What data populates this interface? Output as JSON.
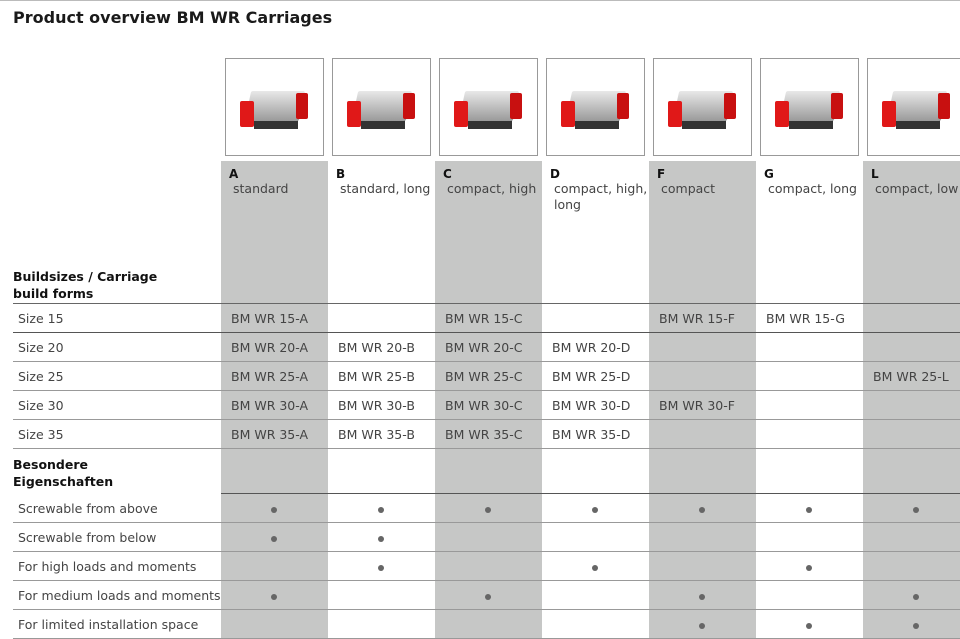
{
  "title": "Product overview BM WR Carriages",
  "columns": [
    {
      "letter": "A",
      "desc": "standard",
      "gray": true
    },
    {
      "letter": "B",
      "desc": "standard, long",
      "gray": false
    },
    {
      "letter": "C",
      "desc": "compact, high",
      "gray": true
    },
    {
      "letter": "D",
      "desc": "compact, high, long",
      "gray": false
    },
    {
      "letter": "F",
      "desc": "compact",
      "gray": true
    },
    {
      "letter": "G",
      "desc": "compact, long",
      "gray": false
    },
    {
      "letter": "L",
      "desc": "compact, low",
      "gray": true
    }
  ],
  "sizes_heading": "Buildsizes / Carriage build forms",
  "sizes": [
    {
      "label": "Size 15",
      "cells": [
        "BM WR 15-A",
        "",
        "BM WR 15-C",
        "",
        "BM WR 15-F",
        "BM WR 15-G",
        ""
      ]
    },
    {
      "label": "Size 20",
      "cells": [
        "BM WR 20-A",
        "BM WR 20-B",
        "BM WR 20-C",
        "BM WR 20-D",
        "",
        "",
        ""
      ]
    },
    {
      "label": "Size 25",
      "cells": [
        "BM WR 25-A",
        "BM WR 25-B",
        "BM WR 25-C",
        "BM WR 25-D",
        "",
        "",
        "BM WR 25-L"
      ]
    },
    {
      "label": "Size 30",
      "cells": [
        "BM WR 30-A",
        "BM WR 30-B",
        "BM WR 30-C",
        "BM WR 30-D",
        "BM WR 30-F",
        "",
        ""
      ]
    },
    {
      "label": "Size 35",
      "cells": [
        "BM WR 35-A",
        "BM WR 35-B",
        "BM WR 35-C",
        "BM WR 35-D",
        "",
        "",
        ""
      ]
    }
  ],
  "features_heading": "Besondere Eigenschaften",
  "features": [
    {
      "label": "Screwable from above",
      "marks": [
        1,
        1,
        1,
        1,
        1,
        1,
        1
      ]
    },
    {
      "label": "Screwable from below",
      "marks": [
        1,
        1,
        0,
        0,
        0,
        0,
        0
      ]
    },
    {
      "label": "For high loads and moments",
      "marks": [
        0,
        1,
        0,
        1,
        0,
        1,
        0
      ]
    },
    {
      "label": "For medium loads and moments",
      "marks": [
        1,
        0,
        1,
        0,
        1,
        0,
        1
      ]
    },
    {
      "label": "For limited installation space",
      "marks": [
        0,
        0,
        0,
        0,
        1,
        1,
        1
      ]
    }
  ]
}
